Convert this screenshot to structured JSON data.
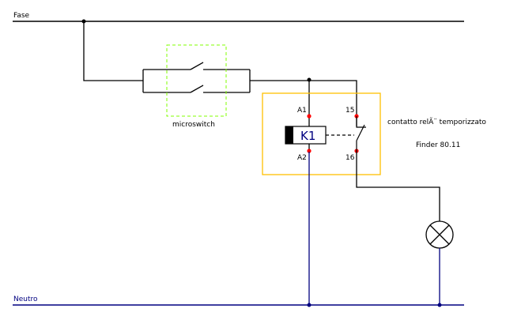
{
  "diagram": {
    "type": "electrical-schematic",
    "lines": {
      "phase_label": "Fase",
      "neutral_label": "Neutro"
    },
    "microswitch": {
      "label": "microswitch",
      "contacts": 2,
      "arrangement": "parallel",
      "state": "normally-open"
    },
    "relay": {
      "coil_label": "K1",
      "terminals": [
        "A1",
        "A2",
        "15",
        "16"
      ],
      "contact_label": "contatto relÃ¨ temporizzato",
      "model_label": "Finder 80.11"
    },
    "load": {
      "type": "lamp"
    },
    "colors": {
      "phase_wire": "#000000",
      "neutral_wire": "#000080",
      "relay_box": "#ffc000",
      "microswitch_box": "#80ff00",
      "terminal_dot": "#ff0000"
    }
  }
}
